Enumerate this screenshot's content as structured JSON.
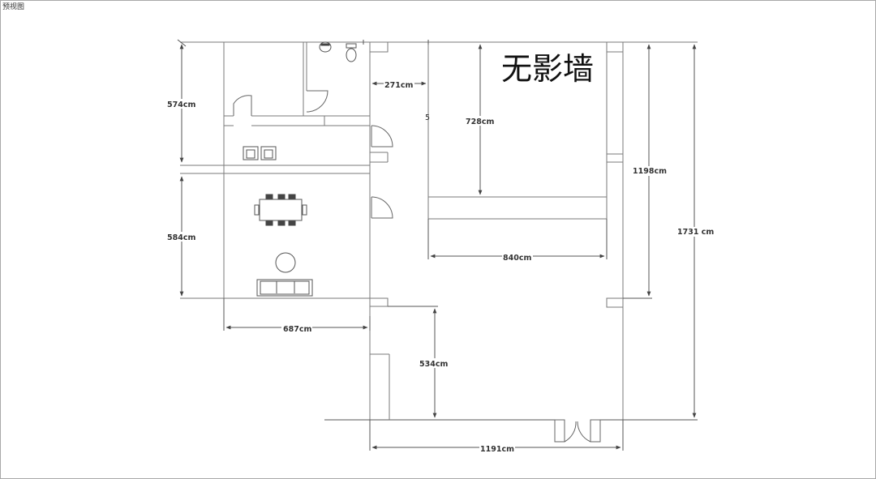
{
  "window": {
    "title": "预视图"
  },
  "labels": {
    "studio": "无影墙",
    "stray_mark": "5"
  },
  "dimensions": {
    "d574": "574cm",
    "d584": "584cm",
    "d687": "687cm",
    "d271": "271cm",
    "d728": "728cm",
    "d840": "840cm",
    "d1198": "1198cm",
    "d1731": "1731 cm",
    "d534": "534cm",
    "d1191": "1191cm"
  },
  "colors": {
    "wall": "#7a7a7a",
    "dimension_line": "#555555",
    "background": "#ffffff"
  }
}
